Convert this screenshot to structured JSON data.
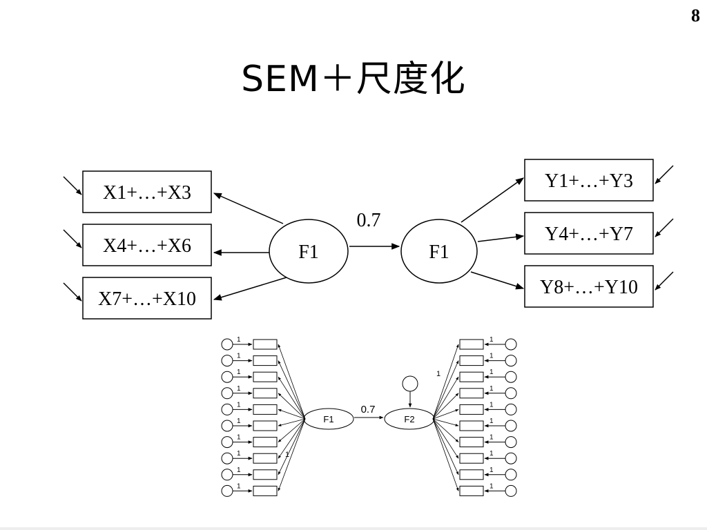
{
  "page_number": "8",
  "title": "SEM＋尺度化",
  "top_diagram": {
    "left_boxes": [
      "X1+…+X3",
      "X4+…+X6",
      "X7+…+X10"
    ],
    "right_boxes": [
      "Y1+…+Y3",
      "Y4+…+Y7",
      "Y8+…+Y10"
    ],
    "left_factor": "F1",
    "right_factor": "F1",
    "path_coefficient": "0.7"
  },
  "bottom_diagram": {
    "left_factor": "F1",
    "right_factor": "F2",
    "path_coefficient": "0.7",
    "indicator_count_left": 10,
    "indicator_count_right": 10,
    "fixed_loading_label": "1"
  }
}
